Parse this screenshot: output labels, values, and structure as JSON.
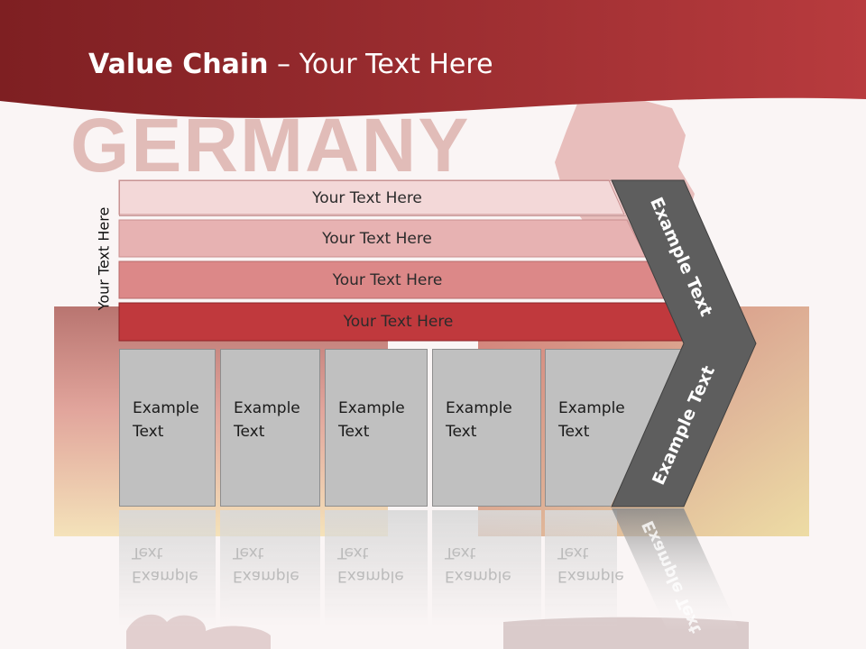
{
  "slide": {
    "title_bold": "Value Chain",
    "title_rest": " – Your Text Here",
    "side_label": "Your Text Here"
  },
  "bars": [
    {
      "label": "Your Text Here"
    },
    {
      "label": "Your Text Here"
    },
    {
      "label": "Your Text Here"
    },
    {
      "label": "Your Text Here"
    }
  ],
  "boxes": [
    {
      "line1": "Example",
      "line2": "Text"
    },
    {
      "line1": "Example",
      "line2": "Text"
    },
    {
      "line1": "Example",
      "line2": "Text"
    },
    {
      "line1": "Example",
      "line2": "Text"
    },
    {
      "line1": "Example",
      "line2": "Text"
    }
  ],
  "chevron": {
    "upper_label": "Example Text",
    "lower_label": "Example Text"
  },
  "background_words": {
    "watermark": "GERMANY"
  },
  "colors": {
    "header_red": "#a52a2f",
    "bar1": "#f3d8d8",
    "bar2": "#e7b2b2",
    "bar3": "#dc8888",
    "bar4": "#c0393d",
    "box_gray": "#c0c0c0",
    "chevron_gray": "#5e5e5e"
  }
}
